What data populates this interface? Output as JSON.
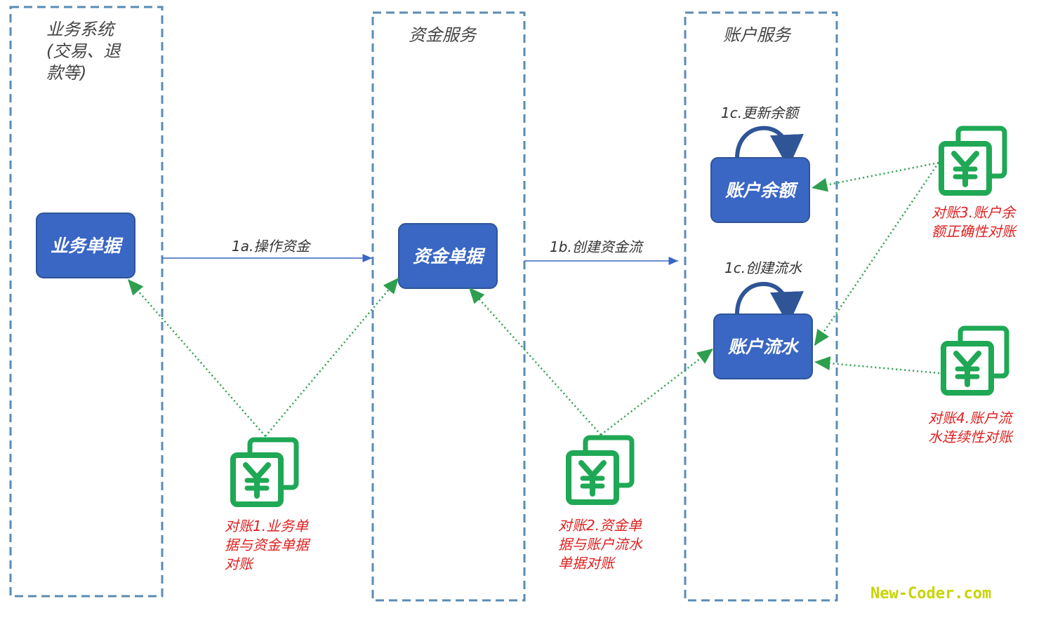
{
  "lanes": {
    "business": [
      "业务系统",
      "(交易、退",
      "款等)"
    ],
    "fund": "资金服务",
    "account": "账户服务"
  },
  "boxes": {
    "business_doc": "业务单据",
    "fund_doc": "资金单据",
    "account_balance": "账户余额",
    "account_flow": "账户流水"
  },
  "operations": {
    "op_1a": "1a.操作资金",
    "op_1b": "1b.创建资金流",
    "op_1c_balance": "1c.更新余额",
    "op_1c_flow": "1c.创建流水"
  },
  "reconciliations": {
    "r1": [
      "对账1.业务单",
      "据与资金单据",
      "对账"
    ],
    "r2": [
      "对账2.资金单",
      "据与账户流水",
      "单据对账"
    ],
    "r3": [
      "对账3.账户余",
      "额正确性对账"
    ],
    "r4": [
      "对账4.账户流",
      "水连续性对账"
    ]
  },
  "icons": {
    "reconcile": "yuan-document-icon"
  },
  "colors": {
    "box_fill": "#3a66c4",
    "lane_border": "#5b8bb5",
    "dotted_arrow": "#2e9e4f",
    "icon_green": "#1fa855",
    "recon_text": "#e02020",
    "solid_arrow": "#3a66c4"
  },
  "watermark": "New-Coder.com"
}
